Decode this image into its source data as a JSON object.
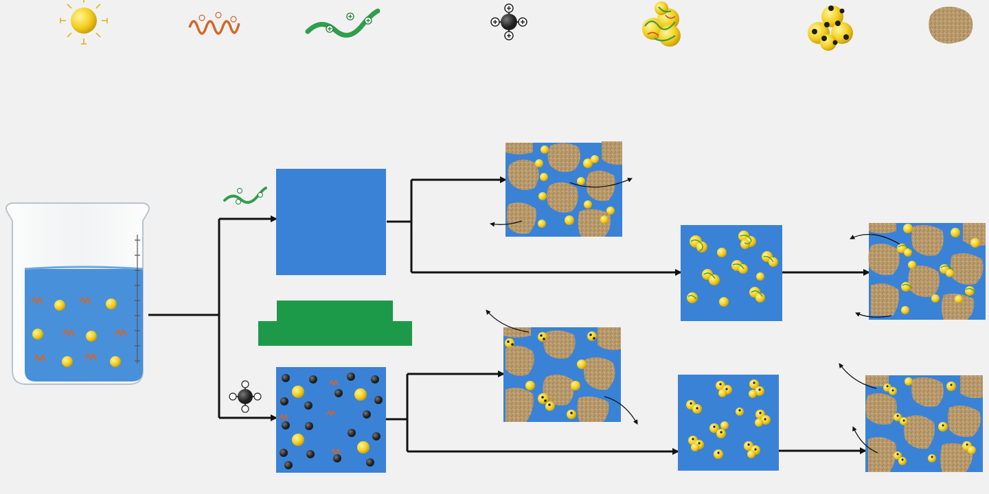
{
  "colors": {
    "background": "#f1f1f1",
    "water_blue": "#3f8ad8",
    "panel_blue": "#3a82d6",
    "solid_green": "#1d9a49",
    "sand": "#b99a6c",
    "sand_dark": "#8f7447",
    "yellow_particle": "#f3cf1f",
    "orange_polymer": "#d1662a",
    "green_polymer": "#2f9f4b",
    "black_ion": "#1e1e1e",
    "arrow": "#111111"
  },
  "legend_icons": [
    {
      "name": "yellow-particle-icon"
    },
    {
      "name": "orange-polymer-icon"
    },
    {
      "name": "green-charged-polymer-icon"
    },
    {
      "name": "cationic-ion-icon"
    },
    {
      "name": "polymer-wrapped-particle-cluster-icon"
    },
    {
      "name": "ion-bridged-particle-cluster-icon"
    },
    {
      "name": "sand-grain-icon"
    }
  ],
  "diagram": {
    "beaker": {
      "name": "beaker-with-suspension"
    },
    "upper_branch": {
      "additive_icon": "green-charged-polymer-icon",
      "result": "polymer-flocculated-clusters"
    },
    "lower_branch": {
      "additive_icon": "cationic-ion-icon",
      "result": "ion-bridged-clusters"
    }
  }
}
